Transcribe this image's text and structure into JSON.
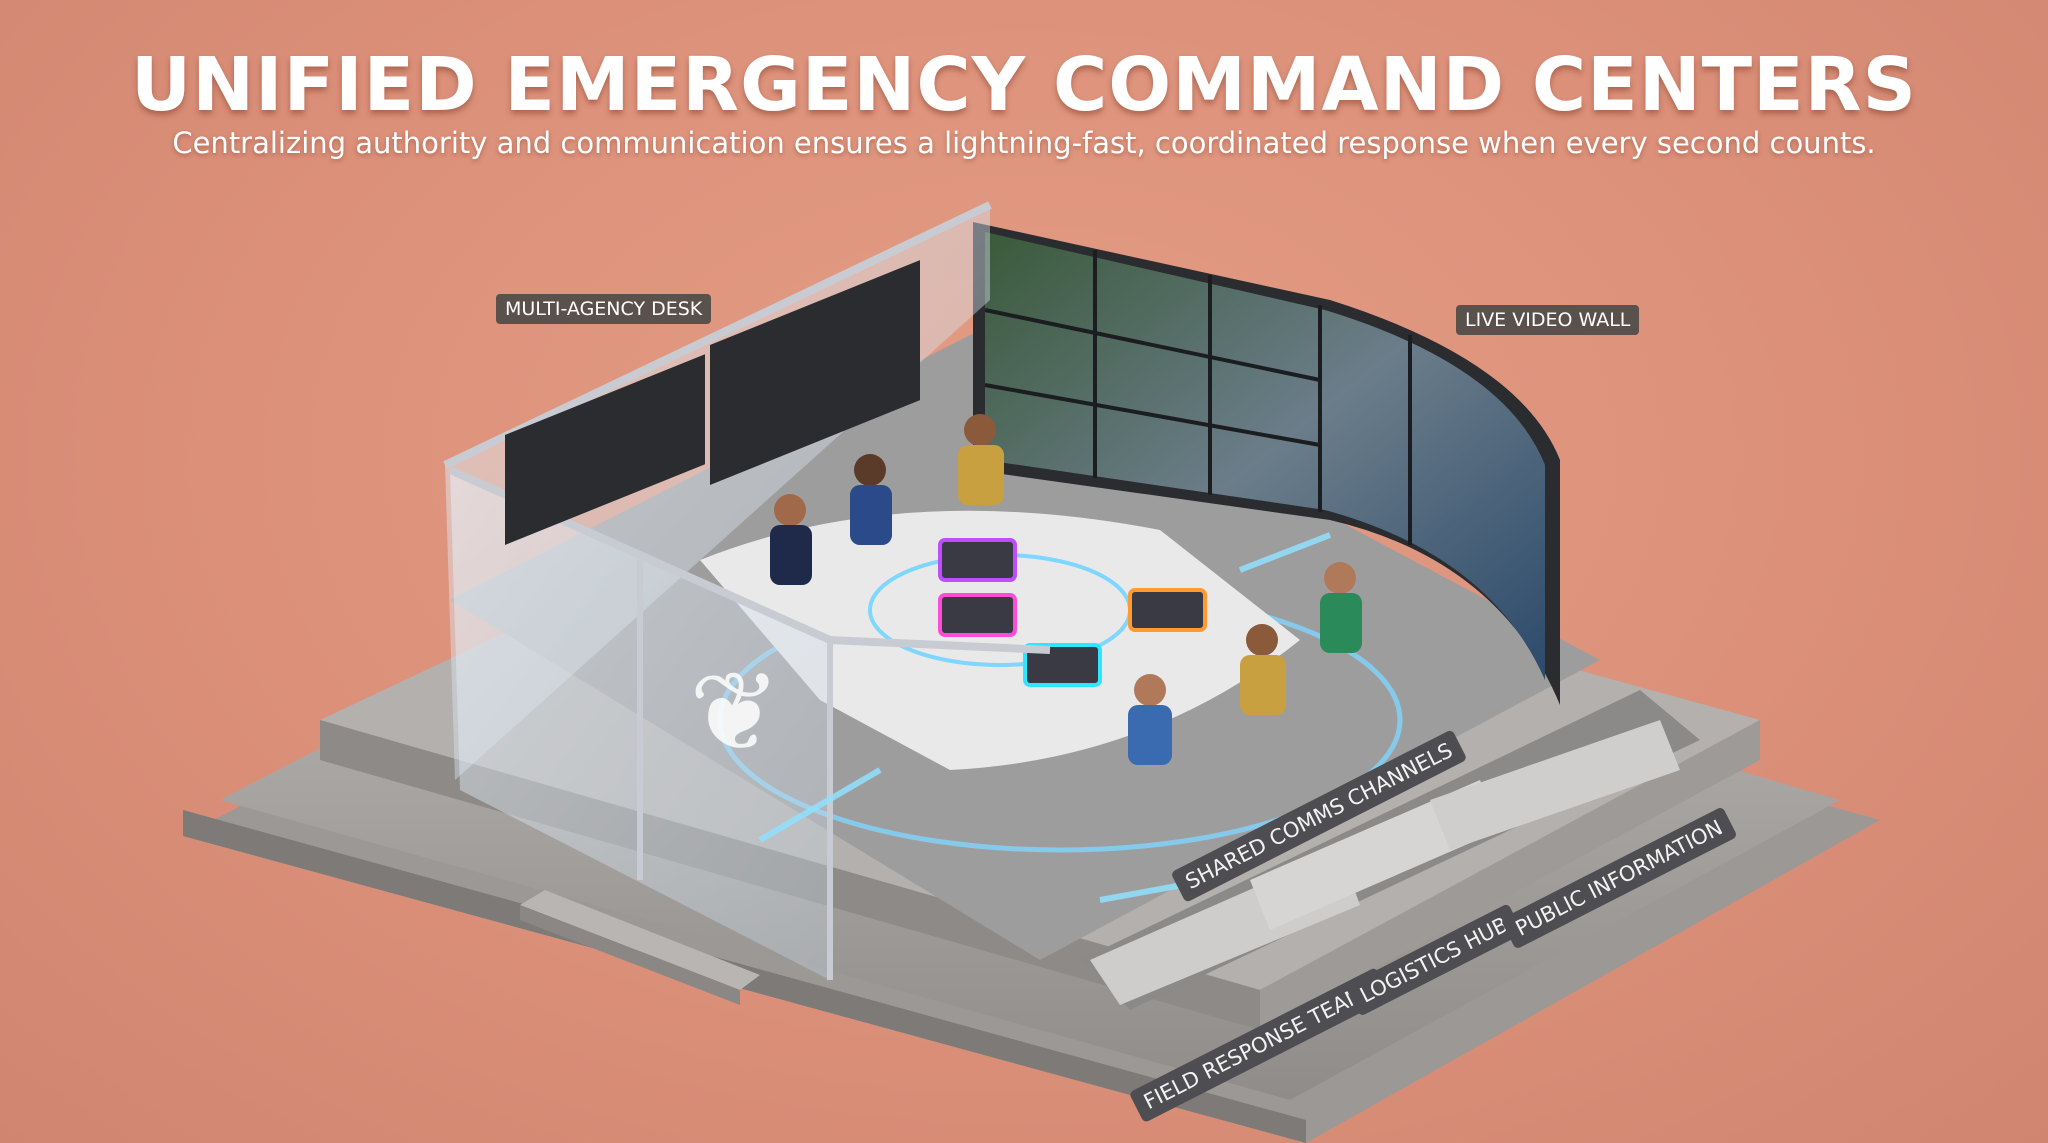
{
  "header": {
    "title": "UNIFIED EMERGENCY COMMAND CENTERS",
    "subtitle": "Centralizing authority and communication ensures a lightning-fast, coordinated response when every second counts."
  },
  "callouts": {
    "multi_agency_desk": "MULTI-AGENCY DESK",
    "live_video_wall": "LIVE VIDEO WALL"
  },
  "floor_labels": {
    "shared_comms": "SHARED COMMS CHANNELS",
    "field_response": "FIELD RESPONSE TEAMS",
    "logistics": "LOGISTICS HUB",
    "public_info": "PUBLIC INFORMATION"
  },
  "colors": {
    "background": "#dc907a",
    "label_bg": "#5a504c",
    "concrete": "#a9a6a3",
    "glow": "#7fd6ff",
    "radio_purple": "#c04cff",
    "radio_orange": "#ff9a2e",
    "radio_cyan": "#2ee6ff"
  }
}
